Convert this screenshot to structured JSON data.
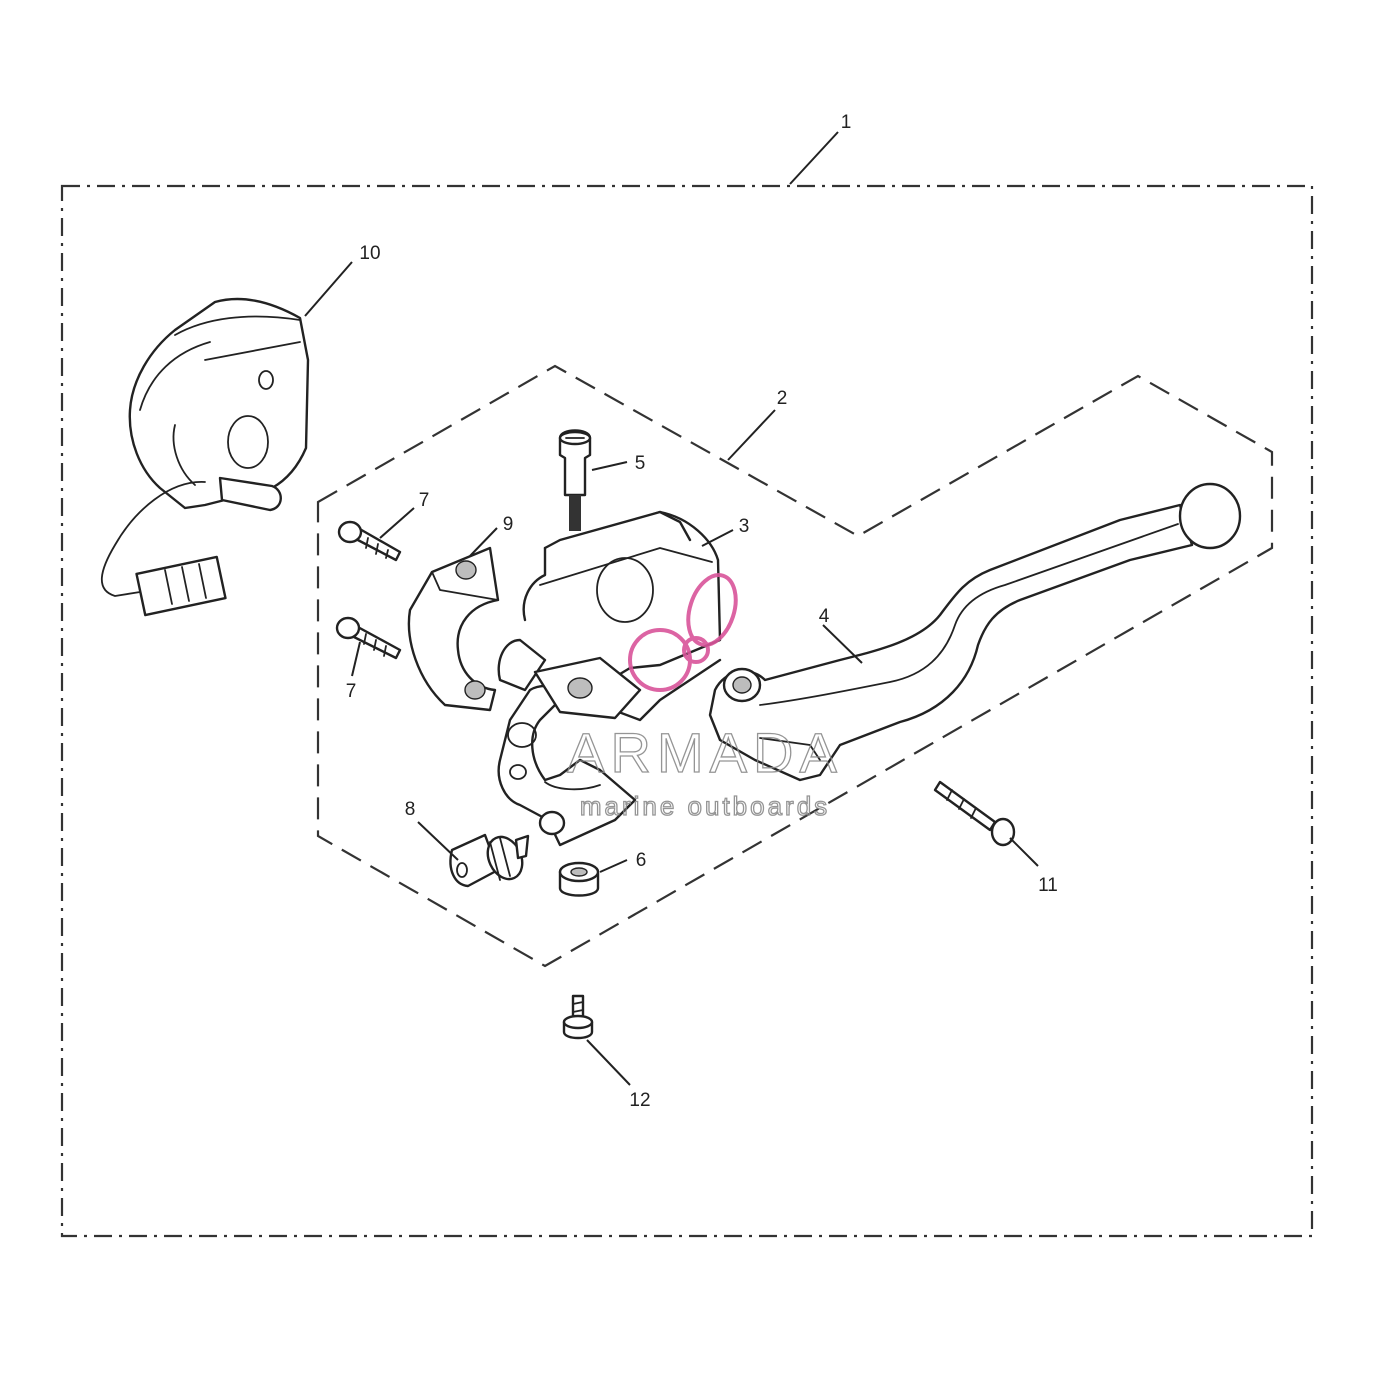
{
  "diagram": {
    "callouts": {
      "c1": "1",
      "c2": "2",
      "c3": "3",
      "c4": "4",
      "c5": "5",
      "c6": "6",
      "c7a": "7",
      "c7b": "7",
      "c8": "8",
      "c9": "9",
      "c10": "10",
      "c11": "11",
      "c12": "12"
    },
    "watermark": {
      "brand": "ARMADA",
      "tagline": "marine outboards",
      "accent_color": "#d9549a"
    },
    "colors": {
      "line": "#222222",
      "background": "#ffffff"
    }
  }
}
